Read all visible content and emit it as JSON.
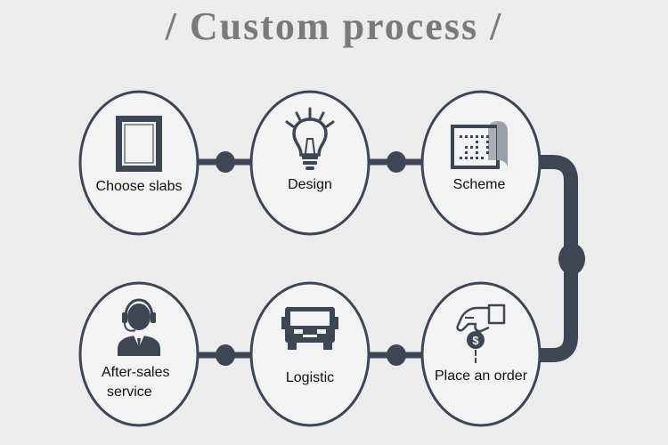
{
  "title": "/ Custom process /",
  "colors": {
    "stroke": "#3f4653",
    "circle_fill": "#f3f3f3",
    "background": "#ececec",
    "title": "#7a7a7a"
  },
  "steps": [
    {
      "label": "Choose slabs",
      "icon": "slab-frame-icon"
    },
    {
      "label": "Design",
      "icon": "lightbulb-icon"
    },
    {
      "label": "Scheme",
      "icon": "blueprint-icon"
    },
    {
      "label": "Place an order",
      "icon": "hand-coin-icon"
    },
    {
      "label": "Logistic",
      "icon": "truck-icon"
    },
    {
      "label": "After-sales service",
      "label_lines": [
        "After-sales",
        "service"
      ],
      "icon": "customer-service-icon"
    }
  ]
}
